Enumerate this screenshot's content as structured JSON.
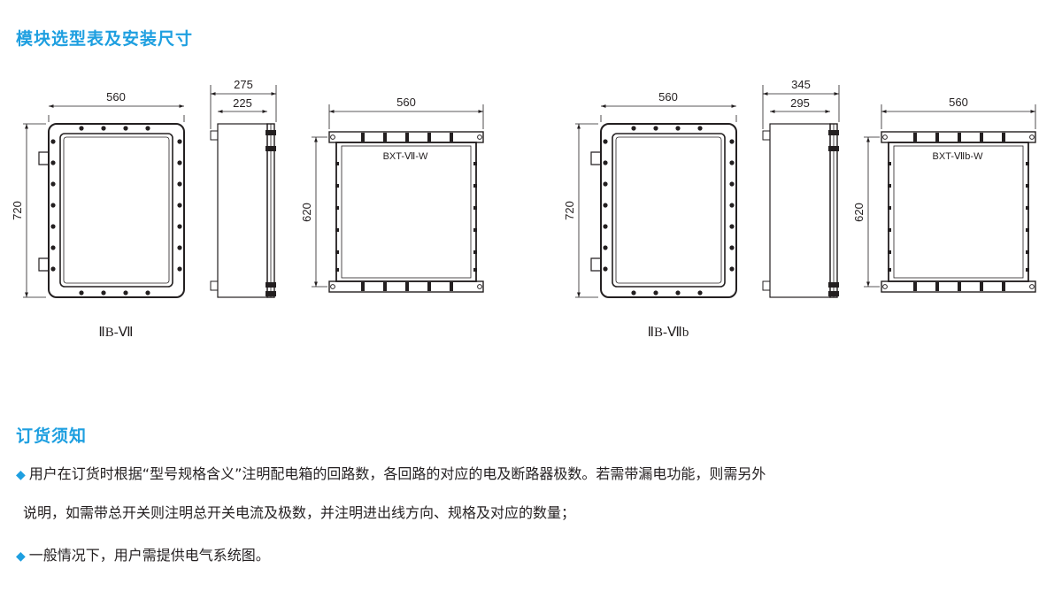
{
  "section_1": {
    "title": "模块选型表及安装尺寸"
  },
  "section_2": {
    "title": "订货须知"
  },
  "drawings": [
    {
      "model": "ⅡB-Ⅶ",
      "front": {
        "width": "560",
        "height": "720"
      },
      "side": {
        "overall_depth": "275",
        "body_depth": "225"
      },
      "mounting": {
        "width": "560",
        "height": "620",
        "panel_label": "BXT-Ⅶ-W"
      }
    },
    {
      "model": "ⅡB-Ⅶb",
      "front": {
        "width": "560",
        "height": "720"
      },
      "side": {
        "overall_depth": "345",
        "body_depth": "295"
      },
      "mounting": {
        "width": "560",
        "height": "620",
        "panel_label": "BXT-Ⅶb-W"
      }
    }
  ],
  "notes": {
    "bullet": "◆",
    "item_1_line_1": "用户在订货时根据“型号规格含义”注明配电箱的回路数，各回路的对应的电及断路器极数。若需带漏电功能，则需另外",
    "item_1_line_2": "说明，如需带总开关则注明总开关电流及极数，并注明进出线方向、规格及对应的数量；",
    "item_2": "一般情况下，用户需提供电气系统图。"
  }
}
